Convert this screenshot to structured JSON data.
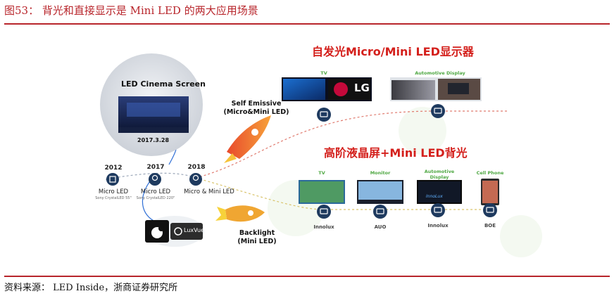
{
  "figure": {
    "caption": "图53： 背光和直接显示是 Mini LED 的两大应用场景",
    "source": "资料来源： LED Inside，浙商证券研究所"
  },
  "headings": {
    "self_emissive": "自发光Micro/Mini LED显示器",
    "backlight": "高阶液晶屏+Mini LED背光"
  },
  "timeline": [
    {
      "year": "2012",
      "label": "Micro LED",
      "sub": "Sony CrystalLED 55\""
    },
    {
      "year": "2017",
      "label": "Micro LED",
      "sub": "Sony CrystalLED 220\""
    },
    {
      "year": "2018",
      "label": "Micro & Mini LED",
      "sub": ""
    }
  ],
  "cinema": {
    "title": "LED Cinema Screen",
    "date": "2017.3.28"
  },
  "branches": {
    "self_emissive": [
      "Self Emissive",
      "(Micro&Mini LED)"
    ],
    "backlight": [
      "Backlight",
      "(Mini LED)"
    ]
  },
  "brands": {
    "lg": "LG",
    "luxvue": "LuxVue",
    "innolux_logo": "InnoLux"
  },
  "self_emissive_products": [
    {
      "label": "TV"
    },
    {
      "label": "Automotive Display"
    }
  ],
  "backlight_products": [
    {
      "label": "TV",
      "company": "Innolux"
    },
    {
      "label": "Monitor",
      "company": "AUO"
    },
    {
      "label": "Automotive Display",
      "company": "Innolux"
    },
    {
      "label": "Cell Phone",
      "company": "BOE"
    }
  ],
  "colors": {
    "accent_red": "#d4201c",
    "rule_red": "#b8252b",
    "label_green": "#4fa843",
    "node_navy": "#1e3a5f"
  }
}
